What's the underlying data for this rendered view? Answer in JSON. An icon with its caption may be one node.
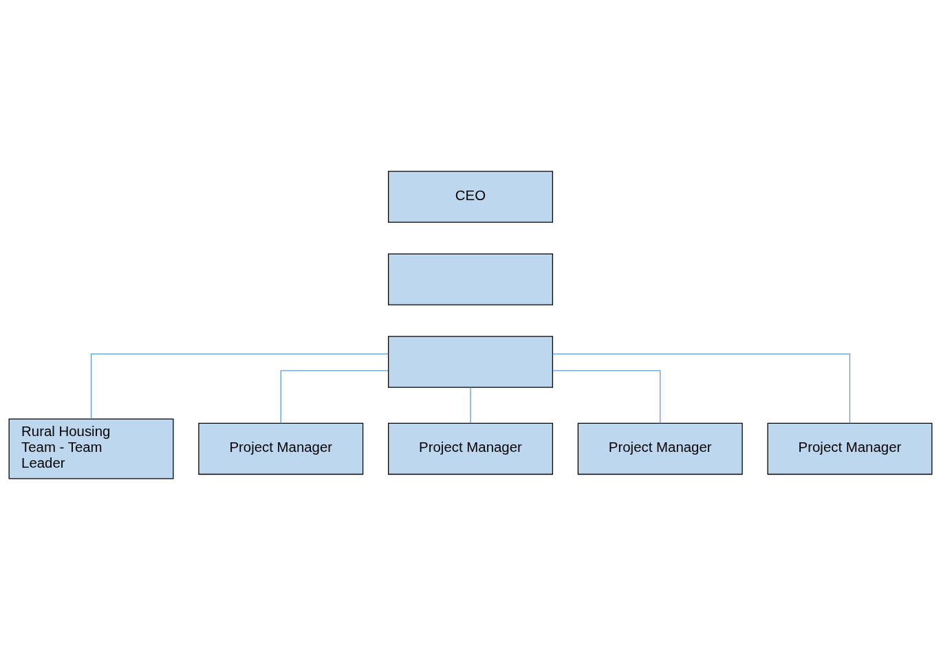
{
  "diagram": {
    "nodes": [
      {
        "text": [
          "CEO"
        ]
      },
      {
        "text": [],
        "shape": "box"
      },
      {
        "text": [],
        "shape": "box"
      },
      {
        "text": [
          "Rural Housing Team - Team Leader"
        ]
      },
      {
        "text": [
          "Project Manager"
        ]
      },
      {
        "text": [
          "Project Manager"
        ]
      },
      {
        "text": [
          "Project Manager"
        ]
      },
      {
        "text": [
          "Project Manager"
        ]
      }
    ],
    "edges": [
      {
        "from": 2,
        "to": 3,
        "arrow": "none"
      },
      {
        "from": 2,
        "to": 4,
        "arrow": "none"
      },
      {
        "from": 2,
        "to": 5,
        "arrow": "none"
      },
      {
        "from": 2,
        "to": 6,
        "arrow": "none"
      },
      {
        "from": 2,
        "to": 7,
        "arrow": "none"
      }
    ]
  }
}
